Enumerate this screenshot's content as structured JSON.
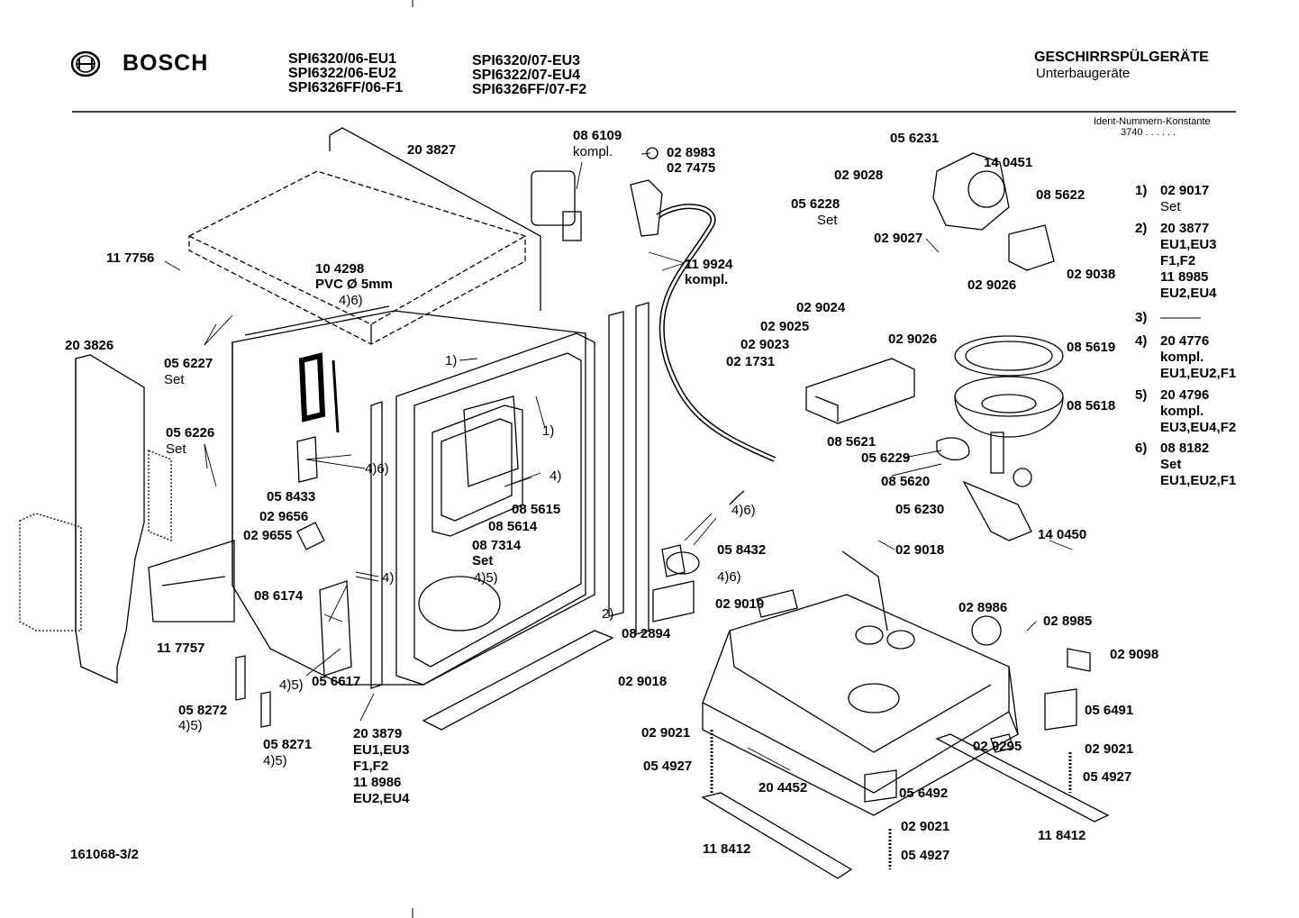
{
  "header": {
    "brand": "BOSCH",
    "models_col1": [
      "SPI6320/06-EU1",
      "SPI6322/06-EU2",
      "SPI6326FF/06-F1"
    ],
    "models_col2": [
      "SPI6320/07-EU3",
      "SPI6322/07-EU4",
      "SPI6326FF/07-F2"
    ],
    "title": "GESCHIRRSPÜLGERÄTE",
    "subtitle": "Unterbaugeräte",
    "ident_label": "Ident-Nummern-Konstante",
    "ident_value": "3740 . . . . . ."
  },
  "footnotes": [
    {
      "num": "1)",
      "lines": [
        "02 9017",
        "Set"
      ]
    },
    {
      "num": "2)",
      "lines": [
        "20 3877",
        "EU1,EU3",
        "F1,F2",
        "11 8985",
        "EU2,EU4"
      ]
    },
    {
      "num": "3)",
      "lines": [
        "———"
      ]
    },
    {
      "num": "4)",
      "lines": [
        "20 4776",
        "kompl.",
        "EU1,EU2,F1"
      ]
    },
    {
      "num": "5)",
      "lines": [
        "20 4796",
        "kompl.",
        "EU3,EU4,F2"
      ]
    },
    {
      "num": "6)",
      "lines": [
        "08 8182",
        "Set",
        "EU1,EU2,F1"
      ]
    }
  ],
  "doc_number": "161068-3/2",
  "labels": {
    "p203827": "20 3827",
    "p086109": "08 6109",
    "kompl1": "kompl.",
    "p028983": "02 8983",
    "p027475": "02 7475",
    "p056231": "05 6231",
    "p029028": "02 9028",
    "p140451": "14 0451",
    "p056228": "05 6228",
    "set_56228": "Set",
    "p085622": "08 5622",
    "p029027": "02 9027",
    "p117756": "11 7756",
    "p104298": "10 4298",
    "pvc": "PVC Ø 5mm",
    "n46_top": "4)6)",
    "p119924": "11 9924",
    "kompl2": "kompl.",
    "p029026a": "02 9026",
    "p029038": "02 9038",
    "p029024": "02 9024",
    "p029025": "02 9025",
    "p029023": "02 9023",
    "p021731": "02 1731",
    "p029026b": "02 9026",
    "p085619": "08 5619",
    "p203826": "20 3826",
    "p056227": "05 6227",
    "set_56227": "Set",
    "n1a": "1)",
    "n1b": "1)",
    "p085618": "08 5618",
    "p085621": "08 5621",
    "p056229": "05 6229",
    "p056226": "05 6226",
    "set_56226": "Set",
    "n46_mid": "4)6)",
    "n4a": "4)",
    "p085620": "08 5620",
    "p058433": "05 8433",
    "p085615": "08 5615",
    "p085614": "08 5614",
    "p029656": "02 9656",
    "p056230": "05 6230",
    "n46_right": "4)6)",
    "p140450": "14 0450",
    "p029655": "02 9655",
    "p087314": "08 7314",
    "set_87314": "Set",
    "p058432": "05 8432",
    "p029018a": "02 9018",
    "n45a": "4)5)",
    "n4b": "4)",
    "n46_low": "4)6)",
    "p086174": "08 6174",
    "p029019": "02 9019",
    "n2": "2)",
    "p028986": "02 8986",
    "p028985": "02 8985",
    "p117757": "11 7757",
    "p082894": "08 2894",
    "p029098": "02 9098",
    "n45b": "4)5)",
    "p029018b": "02 9018",
    "p056617": "05 6617",
    "p058272": "05 8272",
    "n45c": "4)5)",
    "p056491": "05 6491",
    "p029021a": "02 9021",
    "p203879": "20 3879",
    "p058271": "05 8271",
    "eu13": "EU1,EU3",
    "n45d": "4)5)",
    "f1f2": "F1,F2",
    "p118986": "11 8986",
    "eu24": "EU2,EU4",
    "p029295": "02 9295",
    "p029021b": "02 9021",
    "p054927a": "05 4927",
    "p054927b": "05 4927",
    "p204452": "20 4452",
    "p056492": "05 6492",
    "p029021c": "02 9021",
    "p118412a": "11 8412",
    "p118412b": "11 8412",
    "p054927c": "05 4927"
  }
}
